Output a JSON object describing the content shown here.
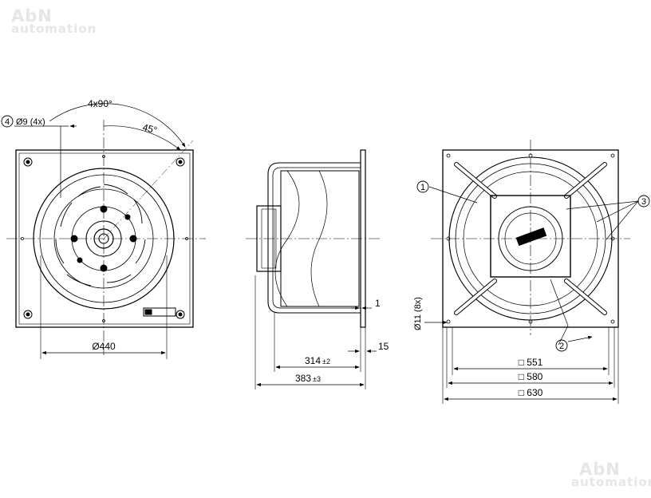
{
  "watermark": {
    "line1": "AbN",
    "line2": "automation"
  },
  "view_front": {
    "balloon_4": "4",
    "hole_label": "Ø9 (4x)",
    "angle_spacing": "4x90°",
    "angle_offset": "45°",
    "dia_440": "Ø440"
  },
  "view_side": {
    "dim_1": "1",
    "dim_15": "15",
    "dim_314": "314",
    "dim_314_tol": "±2",
    "dim_383": "383",
    "dim_383_tol": "±3"
  },
  "view_rear": {
    "balloon_1": "1",
    "balloon_2": "2",
    "balloon_3": "3",
    "hole_label": "Ø11 (8x)",
    "sq_551": "□ 551",
    "sq_580": "□ 580",
    "sq_630": "□ 630"
  }
}
